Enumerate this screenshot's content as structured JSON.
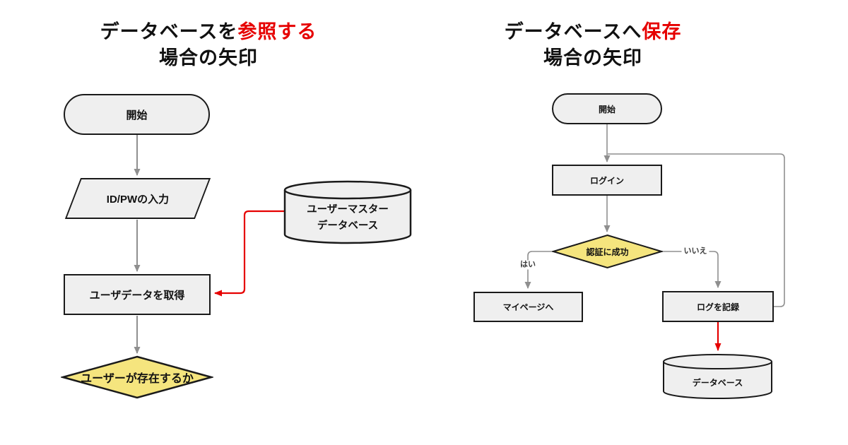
{
  "colors": {
    "accent_red": "#e60000",
    "node_fill": "#efefef",
    "decision_fill": "#f5e57e",
    "connector_gray": "#8f8f8f",
    "border_black": "#1a1a1a"
  },
  "left_chart": {
    "title_line1_black": "データベースを",
    "title_line1_red": "参照する",
    "title_line2": "場合の矢印",
    "start": "開始",
    "input": "ID/PWの入力",
    "process": "ユーザデータを取得",
    "decision": "ユーザーが存在するか",
    "database_line1": "ユーザーマスター",
    "database_line2": "データベース"
  },
  "right_chart": {
    "title_line1_black": "データベースへ",
    "title_line1_red": "保存",
    "title_line2": "場合の矢印",
    "start": "開始",
    "login": "ログイン",
    "decision": "認証に成功",
    "branch_yes": "はい",
    "branch_no": "いいえ",
    "mypage": "マイページへ",
    "log": "ログを記録",
    "database": "データベース"
  }
}
